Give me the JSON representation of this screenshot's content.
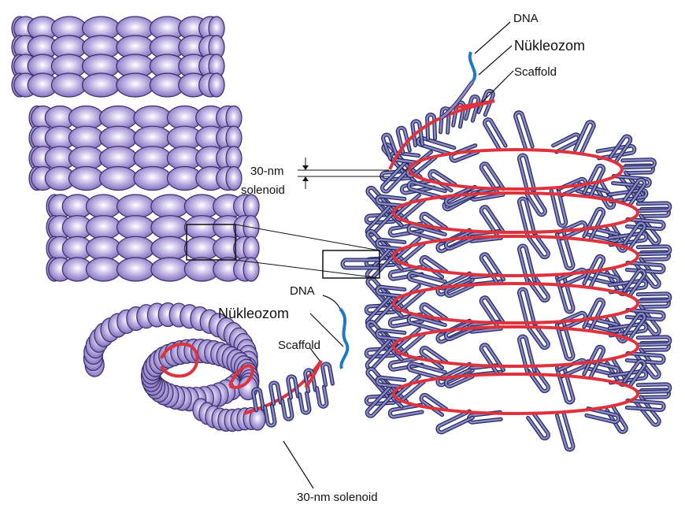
{
  "colors": {
    "bead_light": "#ffffff",
    "bead_mid": "#b3a6dd",
    "bead_dark": "#7a67b8",
    "bead_stroke": "#3a2f6b",
    "loop_fill": "#8f87bf",
    "loop_stroke": "#1f2a66",
    "scaffold": "#e0323c",
    "dna": "#1e79c6",
    "leader": "#111111"
  },
  "labels": {
    "top_dna": "DNA",
    "top_nucleosome": "Nükleozom",
    "top_scaffold": "Scaffold",
    "solenoid_line1": "30-nm",
    "solenoid_line2": "solenoid",
    "mid_dna": "DNA",
    "mid_nucleosome": "Nükleozom",
    "mid_scaffold": "Scaffold",
    "bottom_solenoid": "30-nm solenoid"
  }
}
